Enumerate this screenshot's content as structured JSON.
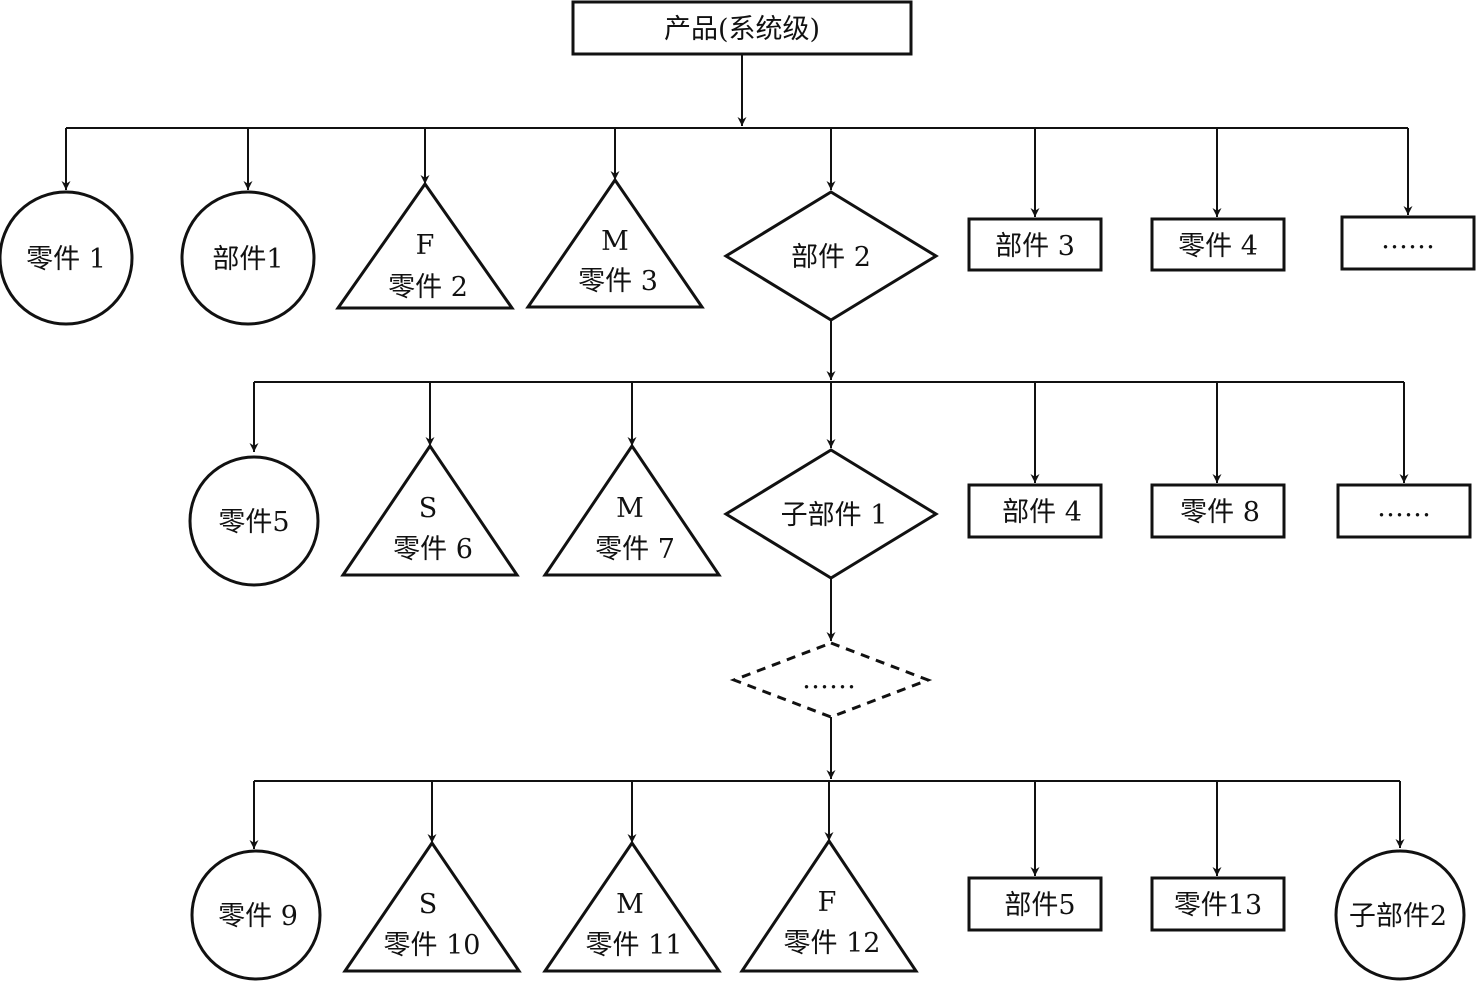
{
  "root": {
    "label": "产品(系统级)"
  },
  "level1": [
    {
      "shape": "circle",
      "label": "零件 1"
    },
    {
      "shape": "circle",
      "label": "部件1"
    },
    {
      "shape": "triangle",
      "tag": "F",
      "label": "零件 2"
    },
    {
      "shape": "triangle",
      "tag": "M",
      "label": "零件 3"
    },
    {
      "shape": "diamond",
      "label": "部件 2"
    },
    {
      "shape": "rect",
      "label": "部件 3"
    },
    {
      "shape": "rect",
      "label": "零件 4"
    },
    {
      "shape": "rect",
      "label": "……"
    }
  ],
  "level2": [
    {
      "shape": "circle",
      "label": "零件5"
    },
    {
      "shape": "triangle",
      "tag": "S",
      "label": "零件 6"
    },
    {
      "shape": "triangle",
      "tag": "M",
      "label": "零件 7"
    },
    {
      "shape": "diamond",
      "label": "子部件 1"
    },
    {
      "shape": "rect",
      "label": "部件 4"
    },
    {
      "shape": "rect",
      "label": "零件 8"
    },
    {
      "shape": "rect",
      "label": "……"
    }
  ],
  "ellipsis_node": {
    "shape": "diamond-dashed",
    "label": "……"
  },
  "level3": [
    {
      "shape": "circle",
      "label": "零件 9"
    },
    {
      "shape": "triangle",
      "tag": "S",
      "label": "零件 10"
    },
    {
      "shape": "triangle",
      "tag": "M",
      "label": "零件 11"
    },
    {
      "shape": "triangle",
      "tag": "F",
      "label": "零件 12"
    },
    {
      "shape": "rect",
      "label": "部件5"
    },
    {
      "shape": "rect",
      "label": "零件13"
    },
    {
      "shape": "circle",
      "label": "子部件2"
    }
  ]
}
